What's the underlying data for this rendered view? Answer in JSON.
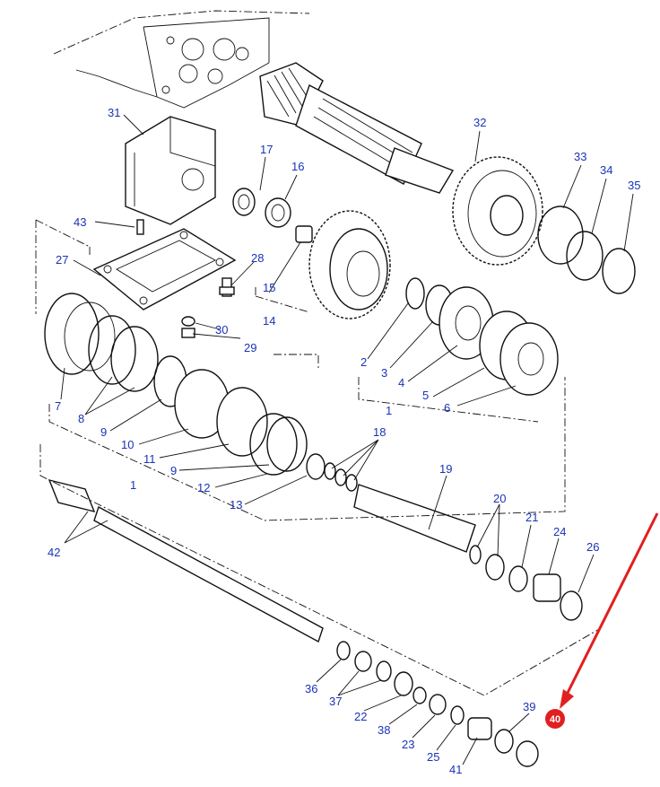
{
  "callouts": {
    "c1a": "1",
    "c1b": "1",
    "c2": "2",
    "c3": "3",
    "c4": "4",
    "c5": "5",
    "c6": "6",
    "c7": "7",
    "c8": "8",
    "c9a": "9",
    "c9b": "9",
    "c10": "10",
    "c11": "11",
    "c12": "12",
    "c13": "13",
    "c14": "14",
    "c15": "15",
    "c16": "16",
    "c17": "17",
    "c18": "18",
    "c19": "19",
    "c20": "20",
    "c21": "21",
    "c22": "22",
    "c23": "23",
    "c24": "24",
    "c25": "25",
    "c26": "26",
    "c27": "27",
    "c28": "28",
    "c29": "29",
    "c30": "30",
    "c31": "31",
    "c32": "32",
    "c33": "33",
    "c34": "34",
    "c35": "35",
    "c36": "36",
    "c37": "37",
    "c38": "38",
    "c39": "39",
    "c41": "41",
    "c42": "42",
    "c43": "43"
  },
  "highlight": {
    "label": "40",
    "color": "#e02020"
  },
  "colors": {
    "label": "#1a33b8",
    "line": "#111111",
    "arrow": "#e02020"
  }
}
